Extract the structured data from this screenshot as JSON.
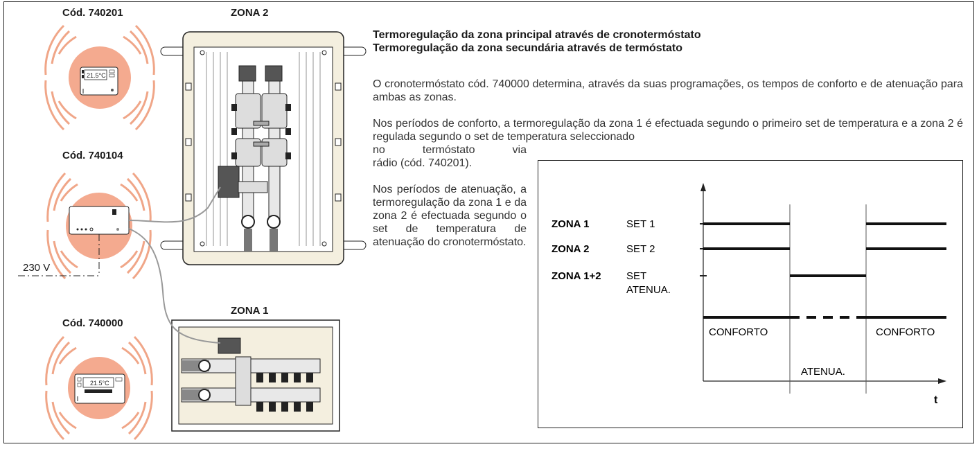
{
  "devices": {
    "thermostat_radio": {
      "code": "Cód. 740201",
      "display": "21.5°C"
    },
    "receiver": {
      "code": "Cód. 740104",
      "voltage": "230 V"
    },
    "chrono": {
      "code": "Cód. 740000",
      "display": "21.5°C"
    }
  },
  "zones": {
    "zone2_label": "ZONA 2",
    "zone1_label": "ZONA 1"
  },
  "text": {
    "title_line1": "Termoregulação da zona principal através de cronotermóstato",
    "title_line2": "Termoregulação da zona secundária através de termóstato",
    "para1": "O cronotermóstato cód. 740000 determina, através da suas programações, os tempos de conforto e de atenuação para ambas as zonas.",
    "para2_a": "Nos períodos de conforto, a termoregulação da zona 1 é efectuada segundo o primeiro set de temperatura e a zona 2 é regulada segundo o set de temperatura seleccionado",
    "para2_b1": "no termóstato via",
    "para2_b2": "rádio (cód. 740201).",
    "para3": "Nos períodos de atenuação, a termoregulação da zona 1 e da zona 2 é efectuada segundo o set de temperatura de atenuação do cronotermóstato."
  },
  "chart_data": {
    "type": "line",
    "x_axis_label": "t",
    "rows": [
      {
        "zone": "ZONA 1",
        "set": "SET 1"
      },
      {
        "zone": "ZONA 2",
        "set": "SET 2"
      },
      {
        "zone": "ZONA 1+2",
        "set": "SET",
        "set2": "ATENUA."
      }
    ],
    "periods": [
      {
        "label": "CONFORTO",
        "mode": "conforto"
      },
      {
        "label": "ATENUA.",
        "mode": "atenuacao"
      },
      {
        "label": "CONFORTO",
        "mode": "conforto"
      }
    ]
  }
}
